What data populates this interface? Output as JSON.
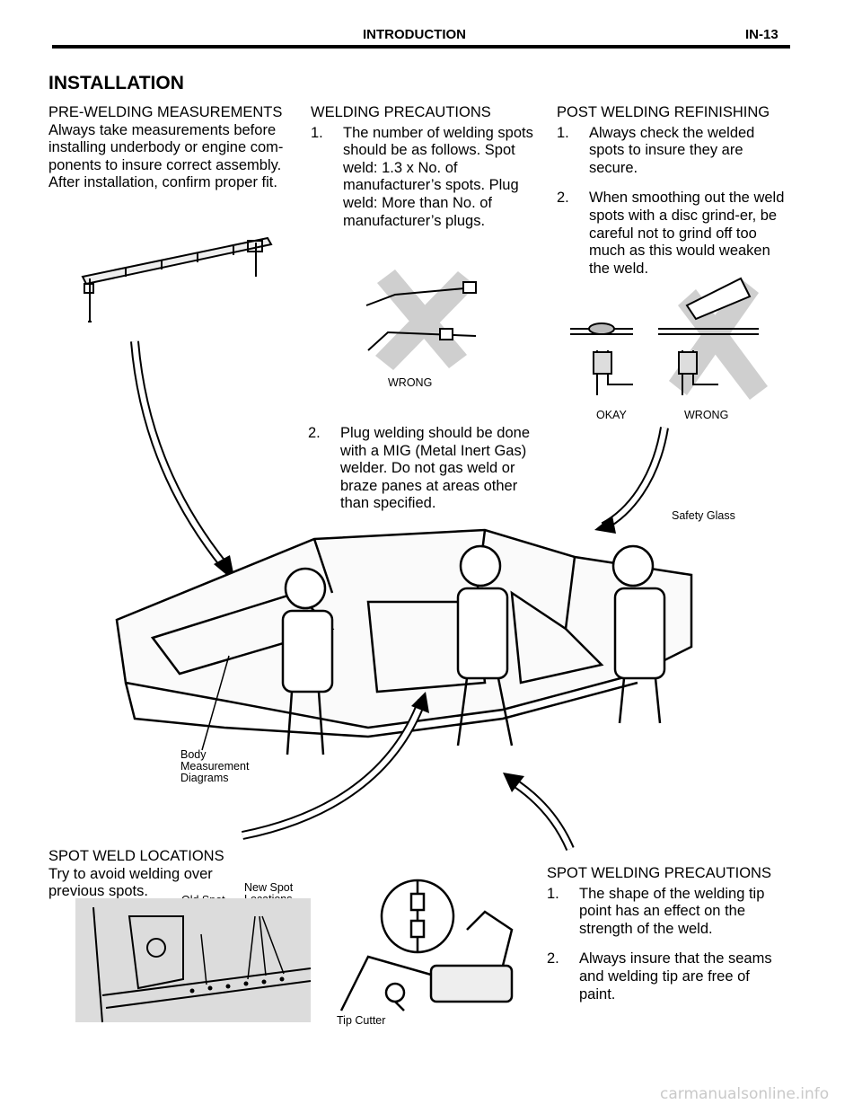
{
  "header": {
    "section": "INTRODUCTION",
    "page": "IN-13"
  },
  "title": "INSTALLATION",
  "pre_welding": {
    "heading": "PRE-WELDING  MEASUREMENTS",
    "body": "Always take measurements before installing underbody or engine com-ponents to insure correct assembly. After installation, confirm proper fit."
  },
  "welding": {
    "heading": "WELDING PRECAUTIONS",
    "steps": [
      {
        "num": "1.",
        "text": "The number of welding spots should be as follows. Spot weld: 1.3 x No. of manufacturer’s spots. Plug weld: More than No. of manufacturer’s plugs."
      },
      {
        "num": "2.",
        "text": "Plug welding should be done with a MIG (Metal Inert Gas) welder. Do not gas weld or braze panes at areas other than specified."
      }
    ]
  },
  "post_welding": {
    "heading": "POST WELDING REFINISHING",
    "steps": [
      {
        "num": "1.",
        "text": "Always check the welded spots to insure they are secure."
      },
      {
        "num": "2.",
        "text": "When smoothing out the weld spots with a disc grind-er, be careful not to grind off too much as this would weaken the weld."
      }
    ]
  },
  "spot_weld_locations": {
    "heading": "SPOT WELD LOCATIONS",
    "body": "Try to avoid welding over previous spots."
  },
  "spot_welding_precautions": {
    "heading": "SPOT WELDING PRECAUTIONS",
    "steps": [
      {
        "num": "1.",
        "text": "The shape of the welding tip point has an effect on the strength of the weld."
      },
      {
        "num": "2.",
        "text": "Always insure that the seams and welding tip are free of paint."
      }
    ]
  },
  "captions": {
    "torch_wrong": "WRONG",
    "grind_okay": "OKAY",
    "grind_wrong": "WRONG",
    "safety_glass": "Safety Glass",
    "body_measurement": "Body Measurement Diagrams",
    "old_spot": "Old Spot Locations",
    "new_spot": "New Spot Locations",
    "tip_cutter": "Tip Cutter"
  },
  "watermark": "carmanualsonline.info"
}
